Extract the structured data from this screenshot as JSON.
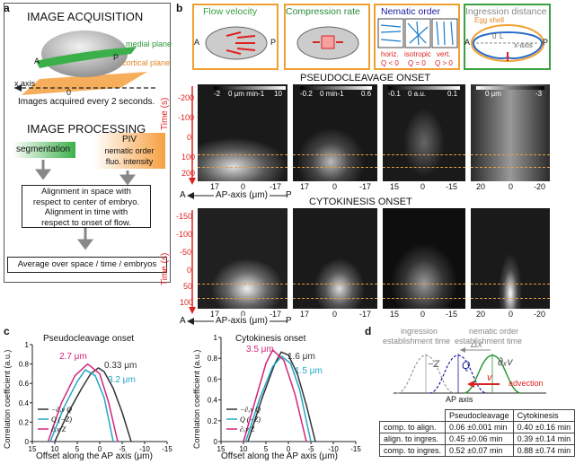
{
  "panel_labels": {
    "a": "a",
    "b": "b",
    "c": "c",
    "d": "d"
  },
  "panel_a": {
    "title_acq": "IMAGE ACQUISITION",
    "medial_plane": "medial plane",
    "cortical_plane": "cortical plane",
    "a_label": "A",
    "p_label": "P",
    "x_axis": "x axis",
    "zero": "0",
    "acq_note": "Images acquired every 2 seconds.",
    "title_proc": "IMAGE PROCESSING",
    "segmentation": "segmentation",
    "piv_lines": [
      "PIV",
      "nematic order",
      "fluo. intensity"
    ],
    "alignment_lines": [
      "Alignment in space with",
      "respect to center of embryo.",
      "Alignment in time with",
      "respect to onset of flow."
    ],
    "average": "Average over space / time / embryos"
  },
  "panel_b": {
    "headers": [
      {
        "title": "Flow velocity",
        "color": "#3aa040"
      },
      {
        "title": "Compression rate",
        "color": "#2a8a3a"
      },
      {
        "title": "Nematic order",
        "color": "#1a1aa0"
      },
      {
        "title": "Ingression distance",
        "color": "#888888"
      }
    ],
    "hdr_a": "A",
    "hdr_p": "P",
    "nematic_labels": [
      "horiz.",
      "isotropic",
      "vert."
    ],
    "nematic_q": [
      "Q < 0",
      "Q = 0",
      "Q > 0"
    ],
    "egg_shell": "Egg shell",
    "x_axis_label": "x-axis",
    "l_label": "L",
    "zero_label": "0",
    "row1_title": "PSEUDOCLEAVAGE ONSET",
    "row2_title": "CYTOKINESIS ONSET",
    "colorbars": [
      {
        "min": "-2",
        "mid": "0 μm min-1",
        "max": "10"
      },
      {
        "min": "-0.2",
        "mid": "0 min-1",
        "max": "0.6"
      },
      {
        "min": "-0.1",
        "mid": "0 a.u.",
        "max": "0.1"
      },
      {
        "min": "",
        "mid": "0 μm",
        "max": "-3"
      }
    ],
    "y_label": "Time (s)",
    "row1_yticks": [
      "-200",
      "-100",
      "0",
      "100",
      "200"
    ],
    "row2_yticks": [
      "-150",
      "-100",
      "-50",
      "0",
      "50",
      "100"
    ],
    "xticks": [
      [
        "17",
        "0",
        "-17"
      ],
      [
        "17",
        "0",
        "-17"
      ],
      [
        "15",
        "0",
        "-15"
      ],
      [
        "20",
        "0",
        "-20"
      ]
    ],
    "ap_axis": "AP-axis (μm)",
    "ax_a": "A",
    "ax_p": "P"
  },
  "panel_c": {
    "left_title": "Pseudocleavage onset",
    "right_title": "Cytokinesis onset",
    "y_label": "Correlation coefficient (a.u.)",
    "x_label": "Offset along the AP axis (μm)",
    "legend": [
      "−∂ₓv  Q",
      "Q  (−Z)",
      "∂ₓv  Z"
    ],
    "left_annots": [
      "2.7 μm",
      "0.33 μm",
      "3.2 μm"
    ],
    "right_annots": [
      "3.5 μm",
      "1.6 μm",
      "1.5 μm"
    ]
  },
  "chart_data": [
    {
      "type": "line",
      "title": "Pseudocleavage onset",
      "xlabel": "Offset along the AP axis (μm)",
      "ylabel": "Correlation coefficient (a.u.)",
      "xlim": [
        15,
        -15
      ],
      "ylim": [
        0,
        1
      ],
      "x_ticks": [
        15,
        10,
        5,
        0,
        -5,
        -10,
        -15
      ],
      "y_ticks": [
        0,
        0.2,
        0.4,
        0.6,
        0.8,
        1
      ],
      "series": [
        {
          "name": "−∂ₓv  Q",
          "color": "#333333",
          "x": [
            10,
            7,
            4,
            2,
            0.3,
            -1,
            -3,
            -5,
            -7
          ],
          "y": [
            0,
            0.3,
            0.55,
            0.7,
            0.76,
            0.72,
            0.55,
            0.3,
            0
          ]
        },
        {
          "name": "Q  (−Z)",
          "color": "#22a7c7",
          "x": [
            11,
            8,
            5,
            3.2,
            1,
            -1,
            -3
          ],
          "y": [
            0,
            0.35,
            0.62,
            0.74,
            0.68,
            0.45,
            0
          ]
        },
        {
          "name": "∂ₓv  Z",
          "color": "#d4247a",
          "x": [
            11.5,
            8.5,
            5.5,
            2.7,
            0,
            -2,
            -4
          ],
          "y": [
            0,
            0.4,
            0.68,
            0.8,
            0.7,
            0.4,
            0
          ]
        }
      ]
    },
    {
      "type": "line",
      "title": "Cytokinesis onset",
      "xlabel": "Offset along the AP axis (μm)",
      "ylabel": "Correlation coefficient (a.u.)",
      "xlim": [
        15,
        -15
      ],
      "ylim": [
        0,
        1
      ],
      "x_ticks": [
        15,
        10,
        5,
        0,
        -5,
        -10,
        -15
      ],
      "y_ticks": [
        0,
        0.2,
        0.4,
        0.6,
        0.8,
        1
      ],
      "series": [
        {
          "name": "−∂ₓv  Q",
          "color": "#333333",
          "x": [
            9,
            6,
            3,
            1.6,
            0,
            -2,
            -4,
            -6
          ],
          "y": [
            0,
            0.4,
            0.75,
            0.86,
            0.83,
            0.65,
            0.35,
            0
          ]
        },
        {
          "name": "Q  (−Z)",
          "color": "#22a7c7",
          "x": [
            9.5,
            6.5,
            3.5,
            1.5,
            -0.5,
            -2.5,
            -5
          ],
          "y": [
            0,
            0.4,
            0.72,
            0.82,
            0.75,
            0.5,
            0
          ]
        },
        {
          "name": "∂ₓv  Z",
          "color": "#d4247a",
          "x": [
            10,
            7,
            5,
            3.5,
            1,
            -1.5,
            -4
          ],
          "y": [
            0,
            0.45,
            0.75,
            0.88,
            0.78,
            0.45,
            0
          ]
        }
      ]
    }
  ],
  "panel_d": {
    "ingression_time": [
      "ingression",
      "establishment time"
    ],
    "nematic_time": [
      "nematic order",
      "establishment time"
    ],
    "delta_x": "Δx",
    "neg_z": "−Z",
    "q": "Q",
    "dxv": "∂ₓv",
    "v": "v",
    "advection": "advection",
    "ap_axis": "AP axis",
    "table_header": [
      "",
      "Pseudocleavage",
      "Cytokinesis"
    ],
    "table_rows": [
      [
        "comp. to align.",
        "0.06 ±0.001 min",
        "0.40 ±0.16 min"
      ],
      [
        "align. to ingres.",
        "0.45 ±0.06 min",
        "0.39 ±0.14 min"
      ],
      [
        "comp. to ingres.",
        "0.52 ±0.07 min",
        "0.88 ±0.74 min"
      ]
    ]
  }
}
